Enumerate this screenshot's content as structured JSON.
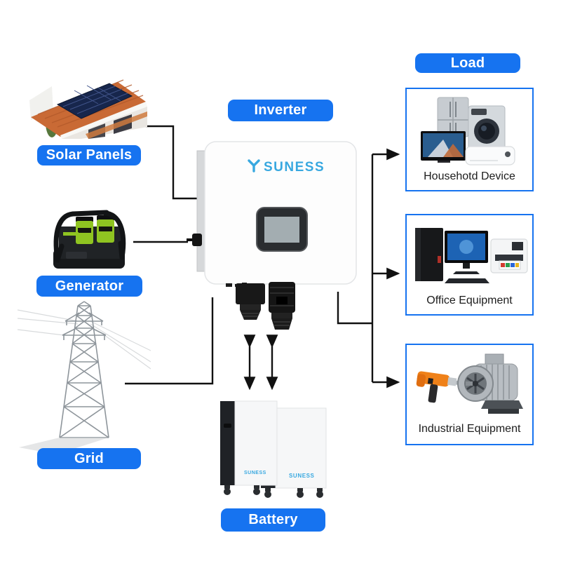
{
  "brand": "SUNESS",
  "nodes": {
    "solar": {
      "label": "Solar Panels"
    },
    "generator": {
      "label": "Generator"
    },
    "grid": {
      "label": "Grid"
    },
    "inverter": {
      "label": "Inverter"
    },
    "load": {
      "label": "Load"
    },
    "battery": {
      "label": "Battery"
    }
  },
  "load_items": [
    {
      "caption": "Househotd Device"
    },
    {
      "caption": "Office Equipment"
    },
    {
      "caption": "Industrial Equipment"
    }
  ],
  "colors": {
    "pill_blue": "#1673f0",
    "box_border_blue": "#1673f0",
    "brand_blue": "#38a8e0",
    "connector_line": "#111111"
  }
}
